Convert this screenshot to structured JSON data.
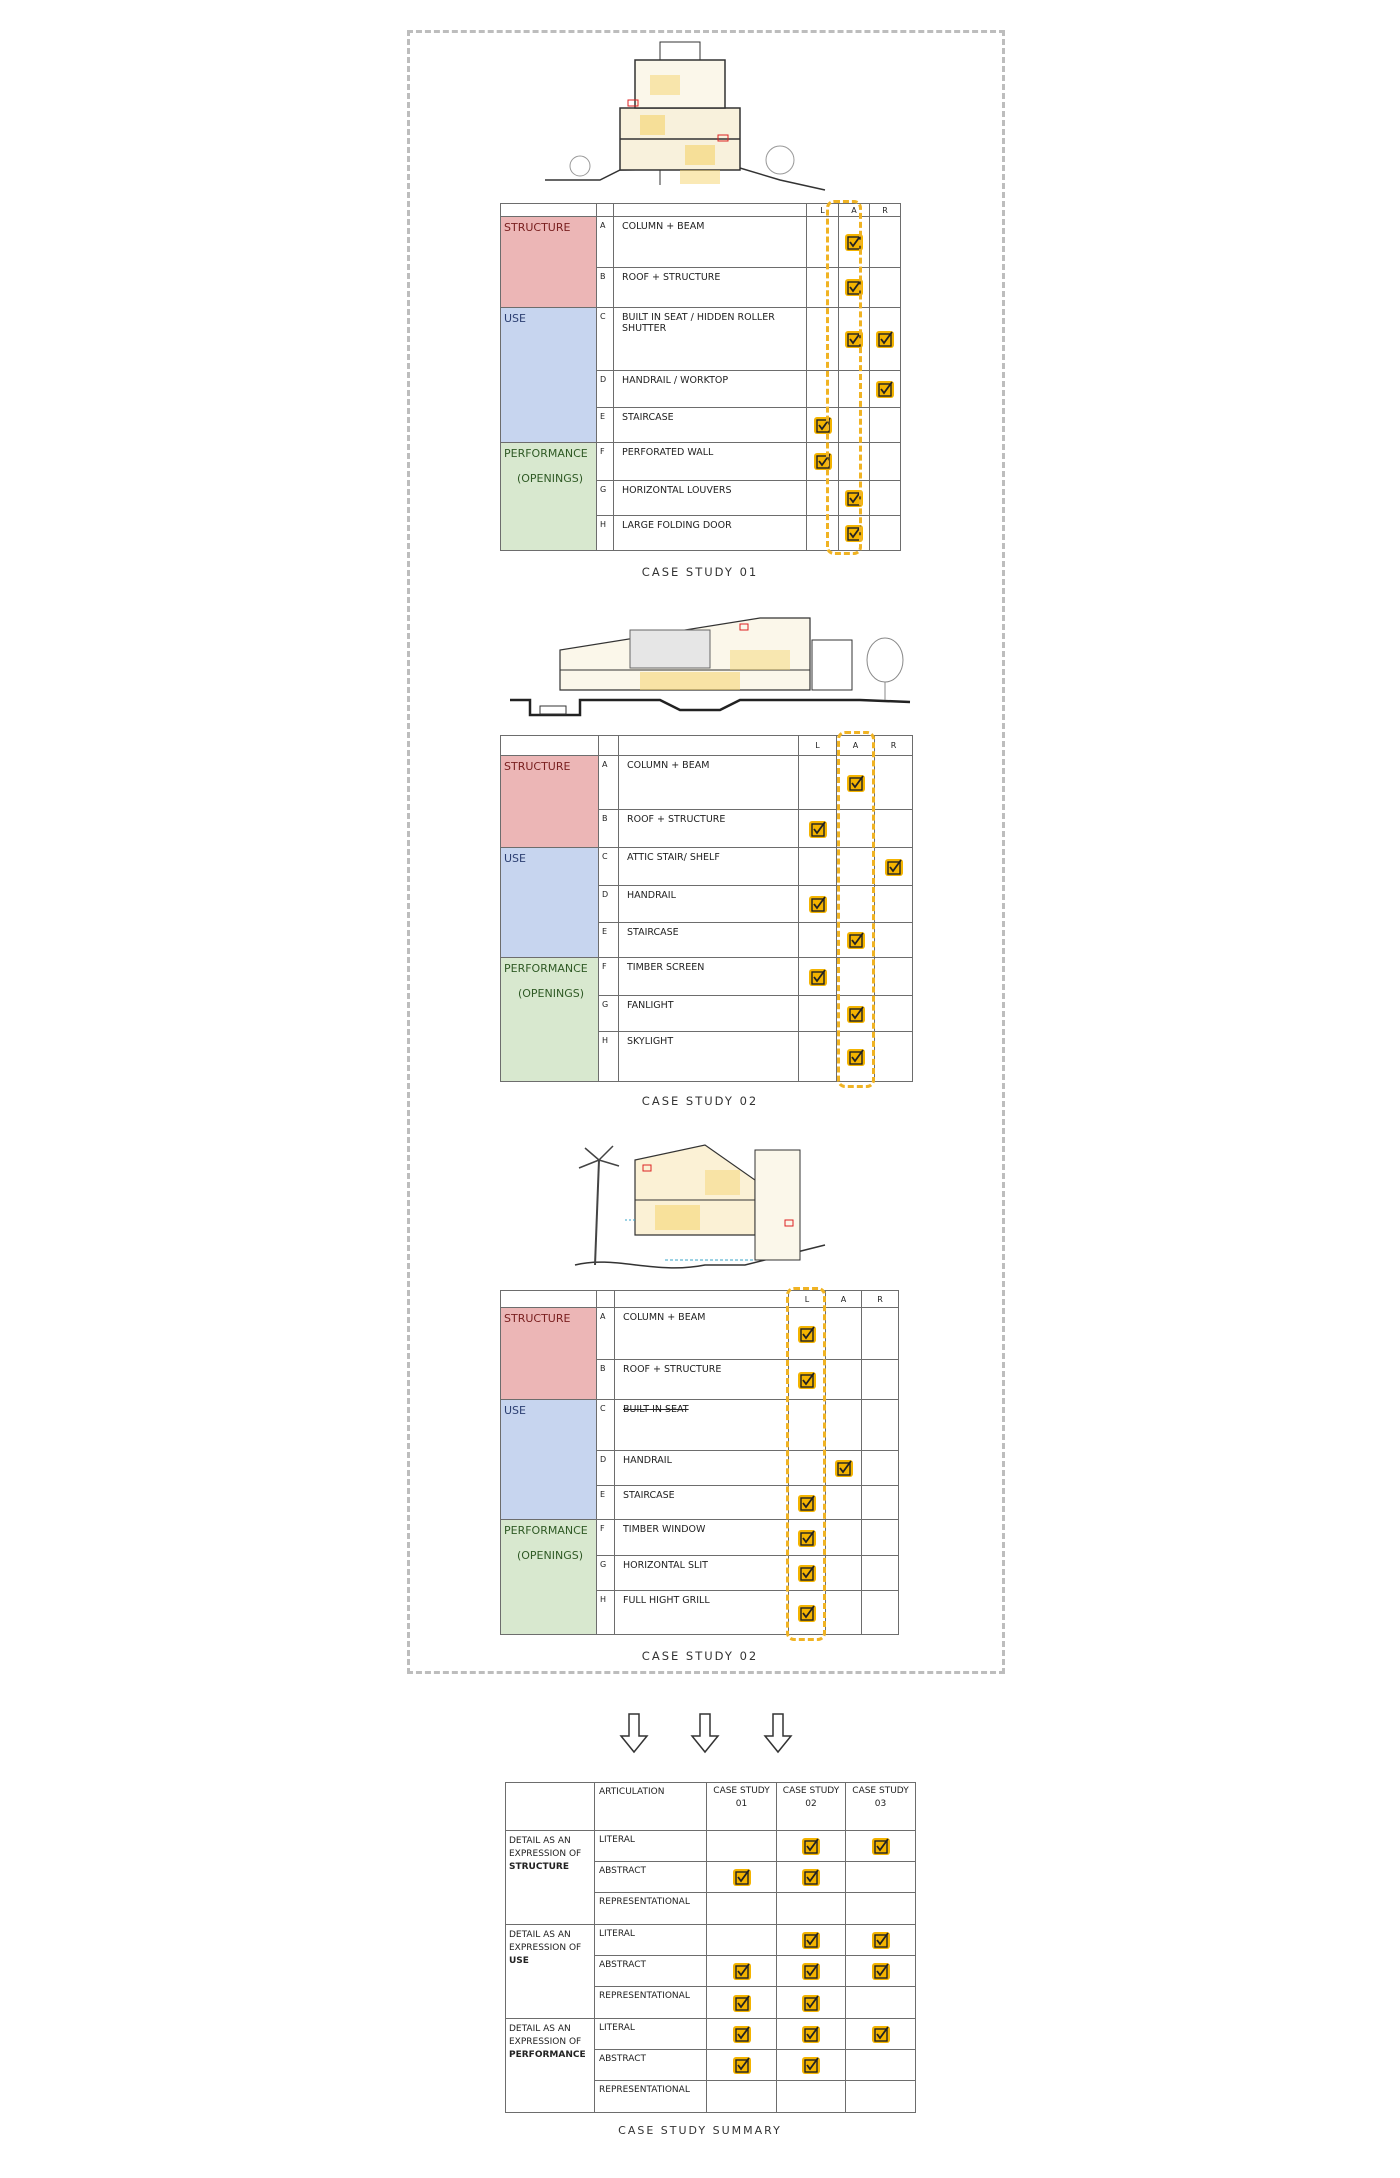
{
  "columns": {
    "literal": "L",
    "abstract": "A",
    "representational": "R"
  },
  "categories": {
    "structure": "STRUCTURE",
    "use": "USE",
    "performance": "PERFORMANCE",
    "performance_sub": "(OPENINGS)"
  },
  "case_studies": [
    {
      "caption": "CASE STUDY 01",
      "items": [
        {
          "letter": "A",
          "label": "COLUMN + BEAM",
          "checks": [
            "A"
          ]
        },
        {
          "letter": "B",
          "label": "ROOF + STRUCTURE",
          "checks": [
            "A"
          ]
        },
        {
          "letter": "C",
          "label": "BUILT IN SEAT / HIDDEN ROLLER SHUTTER",
          "checks": [
            "A",
            "R"
          ]
        },
        {
          "letter": "D",
          "label": "HANDRAIL / WORKTOP",
          "checks": [
            "R"
          ]
        },
        {
          "letter": "E",
          "label": "STAIRCASE",
          "checks": [
            "L"
          ]
        },
        {
          "letter": "F",
          "label": "PERFORATED WALL",
          "checks": [
            "L"
          ]
        },
        {
          "letter": "G",
          "label": "HORIZONTAL LOUVERS",
          "checks": [
            "A"
          ]
        },
        {
          "letter": "H",
          "label": "LARGE FOLDING DOOR",
          "checks": [
            "A"
          ]
        }
      ],
      "highlight_column": "A"
    },
    {
      "caption": "CASE STUDY 02",
      "items": [
        {
          "letter": "A",
          "label": "COLUMN + BEAM",
          "checks": [
            "A"
          ]
        },
        {
          "letter": "B",
          "label": "ROOF + STRUCTURE",
          "checks": [
            "L"
          ]
        },
        {
          "letter": "C",
          "label": "ATTIC STAIR/ SHELF",
          "checks": [
            "R"
          ]
        },
        {
          "letter": "D",
          "label": "HANDRAIL",
          "checks": [
            "L"
          ]
        },
        {
          "letter": "E",
          "label": "STAIRCASE",
          "checks": [
            "A"
          ]
        },
        {
          "letter": "F",
          "label": "TIMBER SCREEN",
          "checks": [
            "L"
          ]
        },
        {
          "letter": "G",
          "label": "FANLIGHT",
          "checks": [
            "A"
          ]
        },
        {
          "letter": "H",
          "label": "SKYLIGHT",
          "checks": [
            "A"
          ]
        }
      ],
      "highlight_column": "A"
    },
    {
      "caption": "CASE STUDY 02",
      "items": [
        {
          "letter": "A",
          "label": "COLUMN + BEAM",
          "checks": [
            "L"
          ]
        },
        {
          "letter": "B",
          "label": "ROOF + STRUCTURE",
          "checks": [
            "L"
          ]
        },
        {
          "letter": "C",
          "label": "BUILT IN SEAT",
          "checks": []
        },
        {
          "letter": "D",
          "label": "HANDRAIL",
          "checks": [
            "A"
          ]
        },
        {
          "letter": "E",
          "label": "STAIRCASE",
          "checks": [
            "L"
          ]
        },
        {
          "letter": "F",
          "label": "TIMBER WINDOW",
          "checks": [
            "L"
          ]
        },
        {
          "letter": "G",
          "label": "HORIZONTAL SLIT",
          "checks": [
            "L"
          ]
        },
        {
          "letter": "H",
          "label": "FULL HIGHT GRILL",
          "checks": [
            "L"
          ]
        }
      ],
      "highlight_column": "L"
    }
  ],
  "summary": {
    "caption": "CASE STUDY SUMMARY",
    "header": {
      "articulation": "ARTICULATION",
      "cs1": "CASE STUDY 01",
      "cs2": "CASE STUDY 02",
      "cs3": "CASE STUDY 03"
    },
    "group_prefix": "DETAIL AS AN EXPRESSION OF",
    "groups": [
      {
        "name": "STRUCTURE",
        "rows": [
          {
            "label": "LITERAL",
            "checks": [
              false,
              true,
              true
            ]
          },
          {
            "label": "ABSTRACT",
            "checks": [
              true,
              true,
              false
            ]
          },
          {
            "label": "REPRESENTATIONAL",
            "checks": [
              false,
              false,
              false
            ]
          }
        ]
      },
      {
        "name": "USE",
        "rows": [
          {
            "label": "LITERAL",
            "checks": [
              false,
              true,
              true
            ]
          },
          {
            "label": "ABSTRACT",
            "checks": [
              true,
              true,
              true
            ]
          },
          {
            "label": "REPRESENTATIONAL",
            "checks": [
              true,
              true,
              false
            ]
          }
        ]
      },
      {
        "name": "PERFORMANCE",
        "rows": [
          {
            "label": "LITERAL",
            "checks": [
              true,
              true,
              true
            ]
          },
          {
            "label": "ABSTRACT",
            "checks": [
              true,
              true,
              false
            ]
          },
          {
            "label": "REPRESENTATIONAL",
            "checks": [
              false,
              false,
              false
            ]
          }
        ]
      }
    ]
  },
  "colors": {
    "check_fill": "#f4b400",
    "highlight": "#f0b323",
    "structure": "#ecb6b6",
    "use": "#c7d5ef",
    "performance": "#d8e8cf"
  }
}
